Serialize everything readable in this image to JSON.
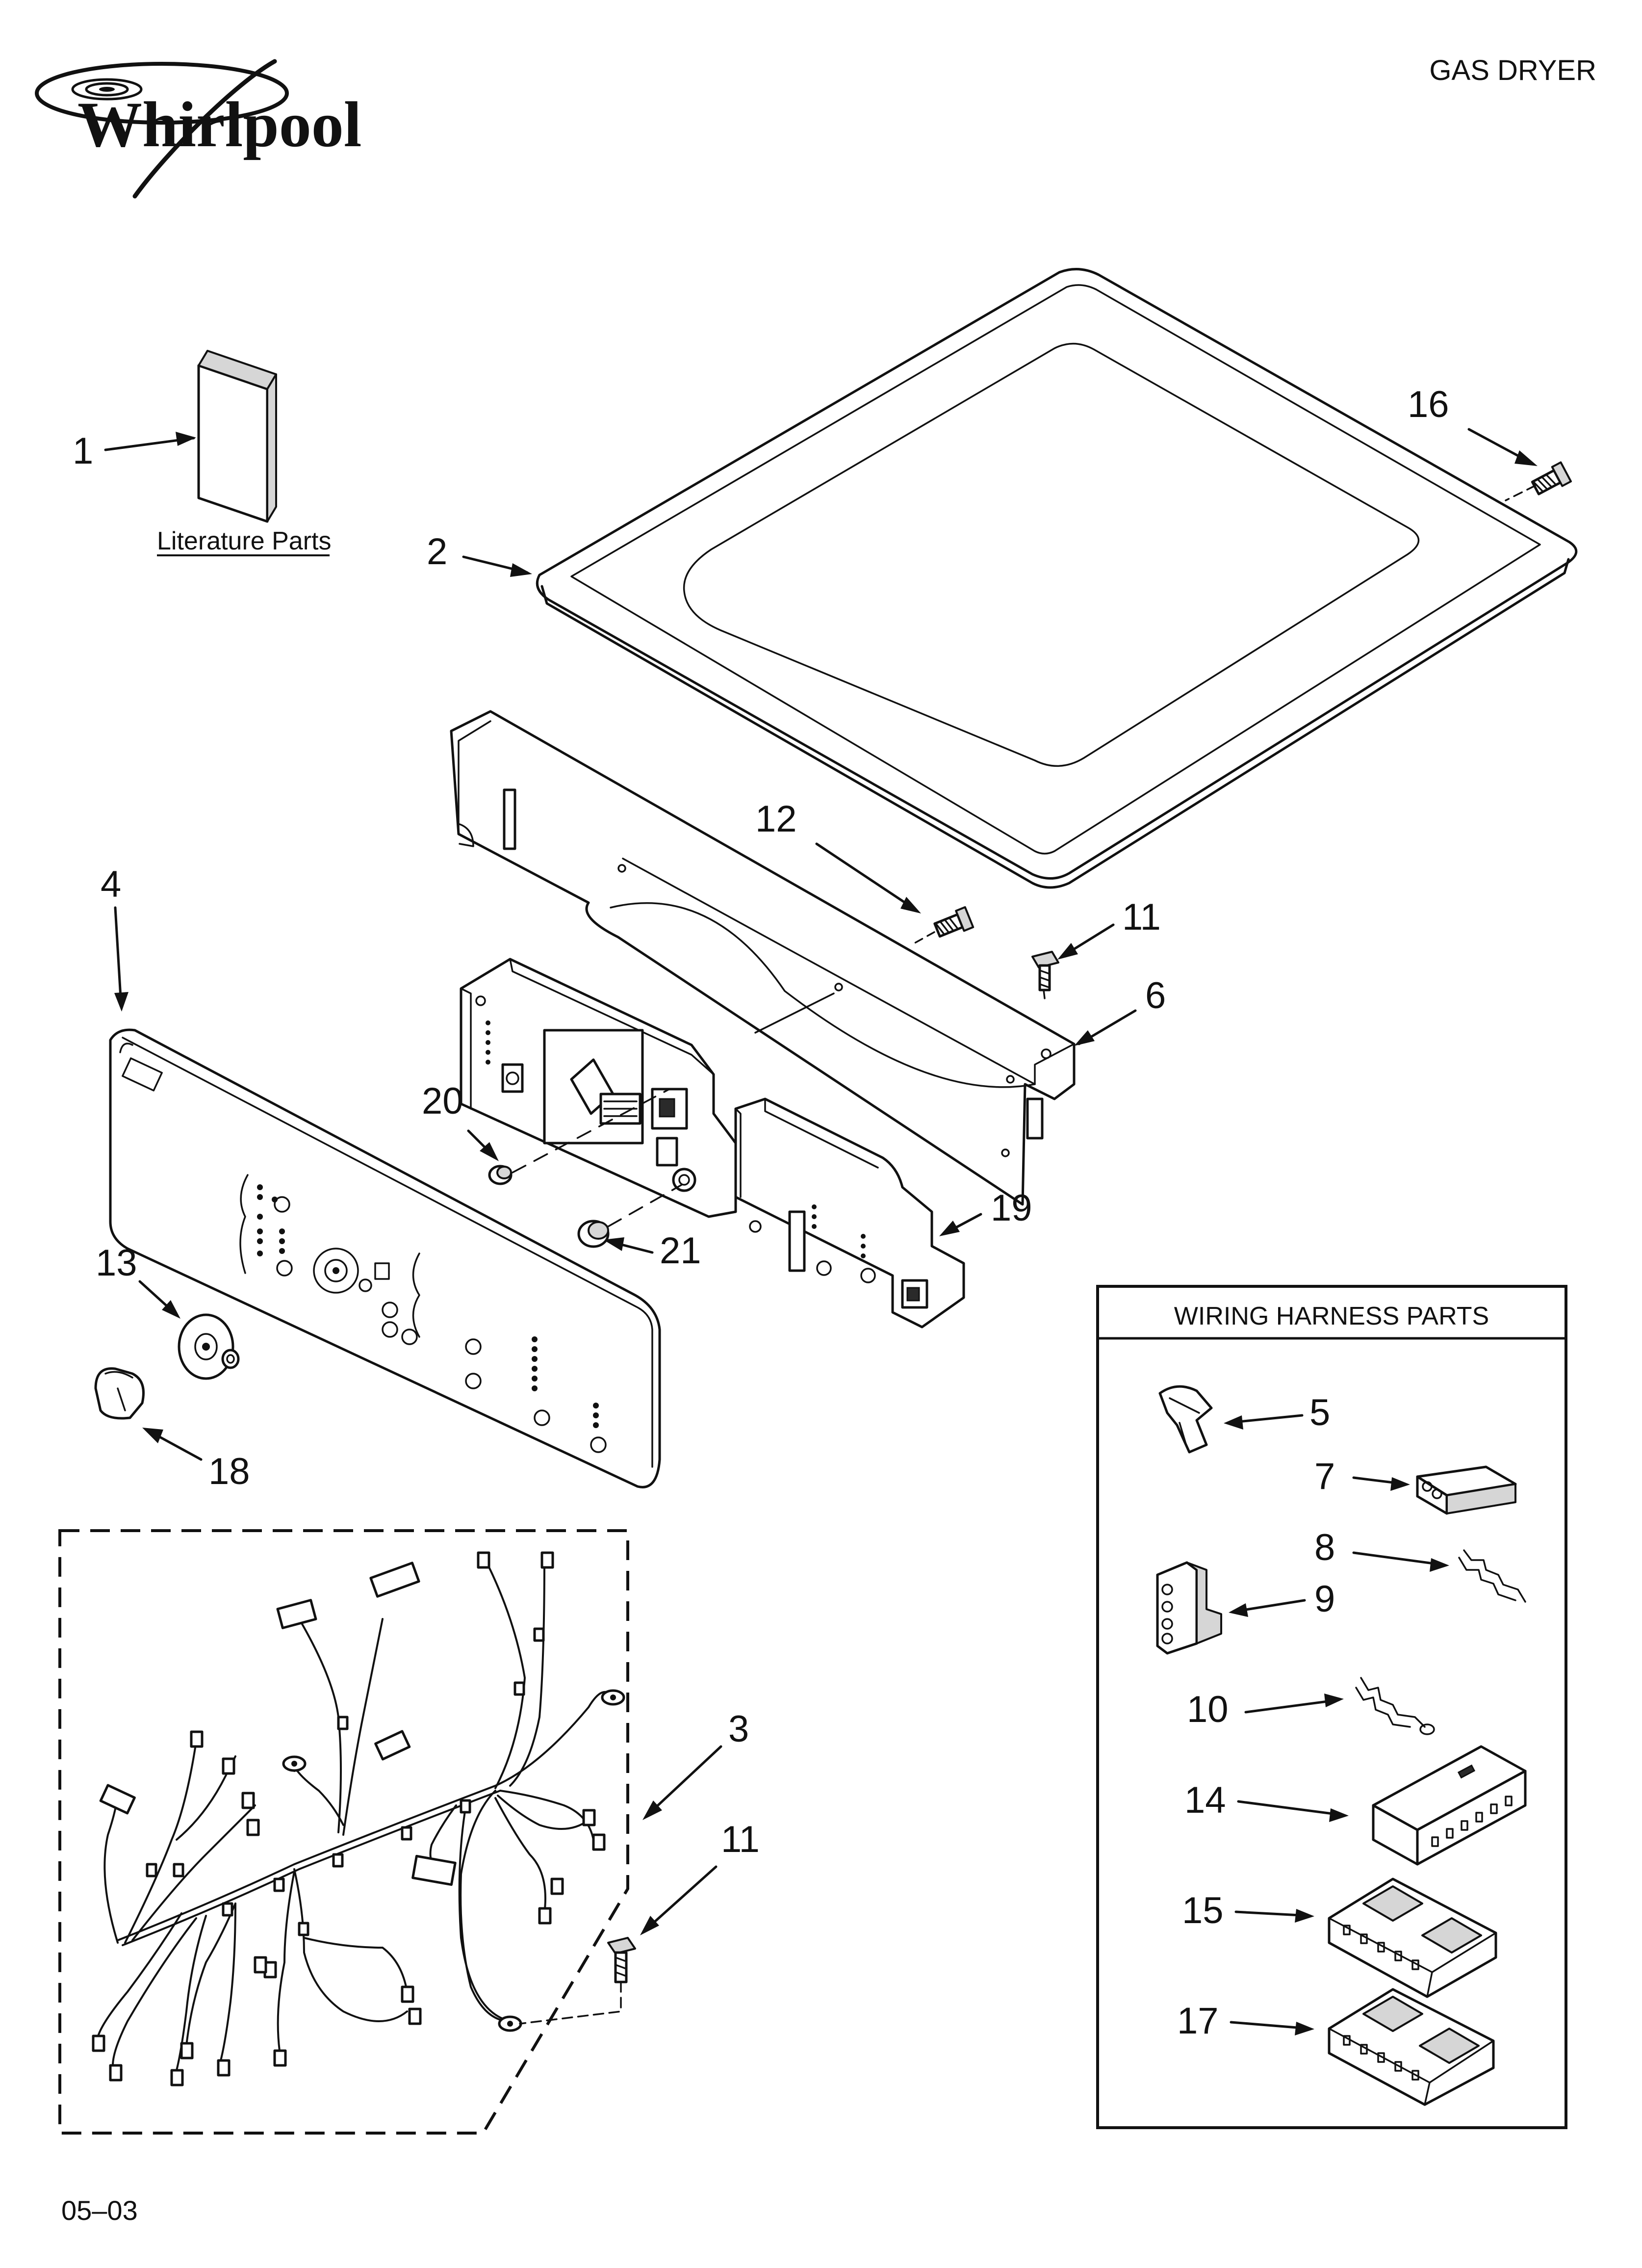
{
  "header": {
    "brand_logo": "Whirlpool",
    "product_label": "GAS DRYER"
  },
  "literature": {
    "label": "Literature Parts"
  },
  "wiring_box": {
    "title": "WIRING HARNESS PARTS"
  },
  "callouts": {
    "c1": "1",
    "c2": "2",
    "c3": "3",
    "c4": "4",
    "c5": "5",
    "c6": "6",
    "c7": "7",
    "c8": "8",
    "c9": "9",
    "c10": "10",
    "c11a": "11",
    "c11b": "11",
    "c12": "12",
    "c13": "13",
    "c14": "14",
    "c15": "15",
    "c16": "16",
    "c17": "17",
    "c18": "18",
    "c19": "19",
    "c20": "20",
    "c21": "21"
  },
  "footer": {
    "date_code": "05–03"
  }
}
